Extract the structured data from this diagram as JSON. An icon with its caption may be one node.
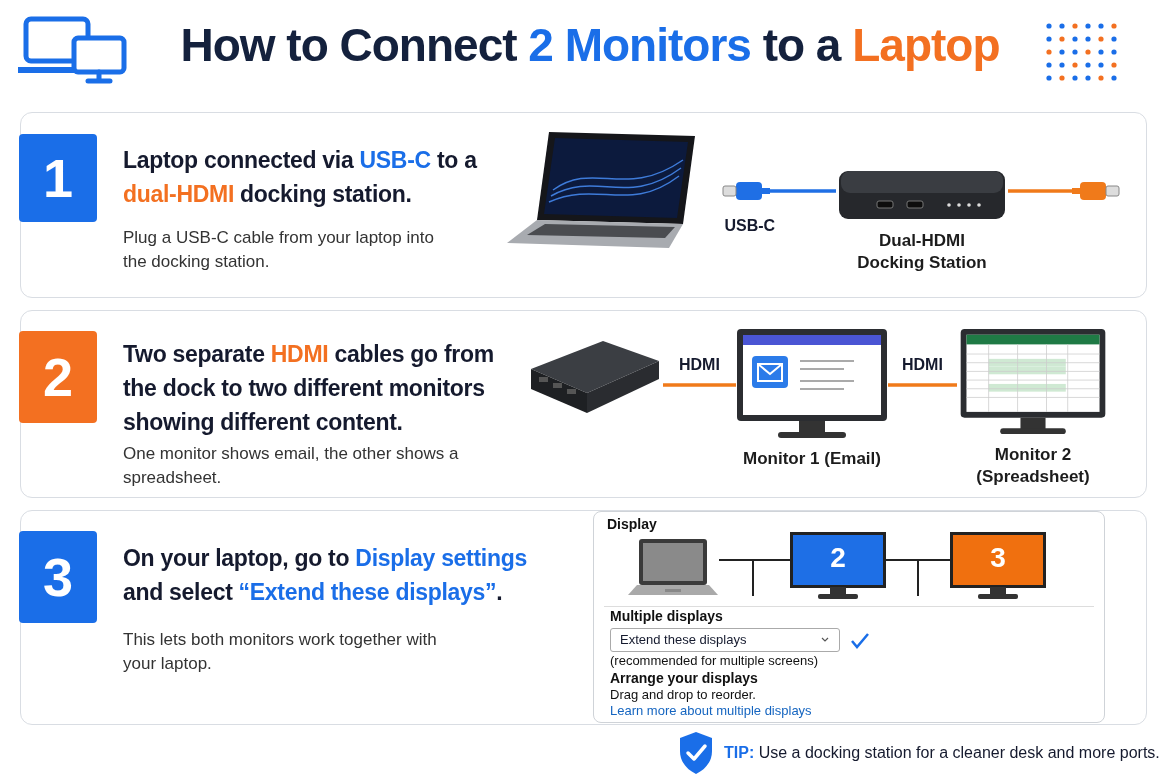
{
  "diagram": {
    "title": "How to Connect **2 Monitors** to a **Laptop**",
    "nodes": [
      {
        "text": [
          "Laptop connected via **USB-C** to a **dual-HDMI** docking station.",
          "Plug a USB-C cable from your laptop into the docking station."
        ]
      },
      {
        "text": [
          "1"
        ],
        "in": 0
      },
      {
        "text": [],
        "shape": "picture",
        "in": 0,
        "beside": [
          "Dual-HDMI Docking Station"
        ]
      },
      {
        "text": [
          "Two separate **HDMI** cables go from the dock to two different monitors showing different content.",
          "One monitor shows email, the other shows a spreadsheet."
        ]
      },
      {
        "text": [
          "2"
        ],
        "in": 3
      },
      {
        "text": [],
        "shape": "picture",
        "in": 3
      },
      {
        "text": [],
        "shape": "picture",
        "in": 3,
        "beside": [
          "Monitor 1 (Email)"
        ]
      },
      {
        "text": [],
        "shape": "picture",
        "in": 3,
        "beside": [
          "Monitor 2 (Spreadsheet)"
        ]
      },
      {
        "text": [
          "On your laptop, go to **Display settings** and select **“Extend these displays”**.",
          "This lets both monitors work together with your laptop."
        ]
      },
      {
        "text": [
          "3"
        ],
        "in": 8
      },
      {
        "text": [
          "Display",
          "Multiple displays",
          "(recommended for multiple screens)",
          "Arrange your displays",
          "Drag and drop to reorder.",
          "Learn more about multiple displays"
        ],
        "in": 8
      },
      {
        "text": [],
        "shape": "picture",
        "in": 10
      },
      {
        "text": [
          "2"
        ],
        "in": 10
      },
      {
        "text": [
          "3"
        ],
        "in": 10
      },
      {
        "text": [
          "Extend these displays"
        ],
        "in": 10
      }
    ],
    "edges": [
      {
        "from": null,
        "to": 2,
        "arrow": "other",
        "label": "USB-C",
        "color": "#1f6fe5"
      },
      {
        "from": 2,
        "to": null,
        "arrow": "other",
        "color": "#f07a1a"
      },
      {
        "from": 5,
        "to": 6,
        "arrow": "none",
        "label": "HDMI",
        "color": "#f07a1a"
      },
      {
        "from": 6,
        "to": 7,
        "arrow": "none",
        "label": "HDMI",
        "color": "#f07a1a"
      },
      {
        "from": 11,
        "to": 12,
        "arrow": "none",
        "color": "#222222"
      },
      {
        "from": 12,
        "to": 13,
        "arrow": "none",
        "color": "#222222"
      }
    ],
    "labels": [
      "**TIP:** Use a docking station for a cleaner desk and more ports."
    ]
  }
}
